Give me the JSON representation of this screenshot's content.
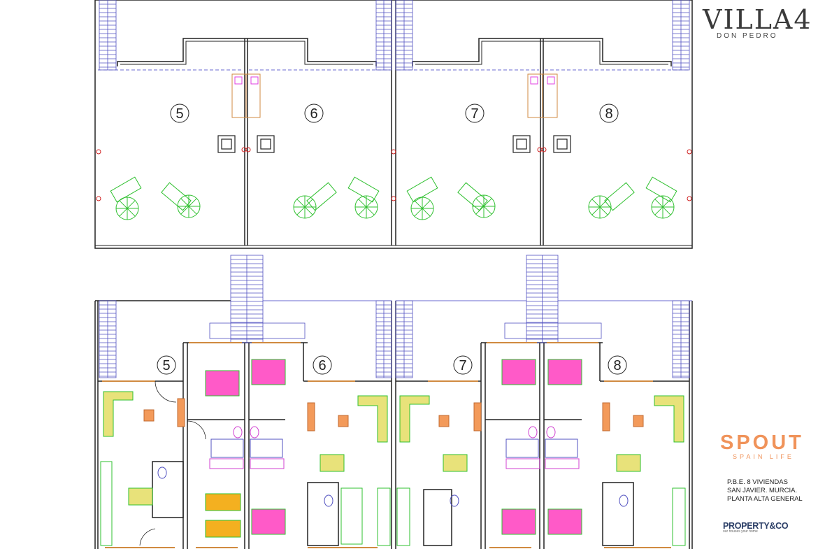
{
  "branding": {
    "villa_title": "VILLA4",
    "villa_subtitle": "DON PEDRO",
    "spout_name": "SPOUT",
    "spout_tagline": "SPAIN LIFE",
    "property_name": "PROPERTY&CO",
    "property_tagline": "our houses your home"
  },
  "project": {
    "line1": "P.B.E. 8 VIVIENDAS",
    "line2": "SAN JAVIER. MURCIA.",
    "line3": "PLANTA ALTA GENERAL"
  },
  "units_roof": [
    "5",
    "6",
    "7",
    "8"
  ],
  "units_floor": [
    "5",
    "6",
    "7",
    "8"
  ],
  "colors": {
    "wall": "#222222",
    "stair": "#5050c0",
    "garden": "#2fc02f",
    "bed": "#ff5ac8",
    "furniture": "#e8e27a",
    "orange": "#f39a5a",
    "door": "#d08a40"
  }
}
